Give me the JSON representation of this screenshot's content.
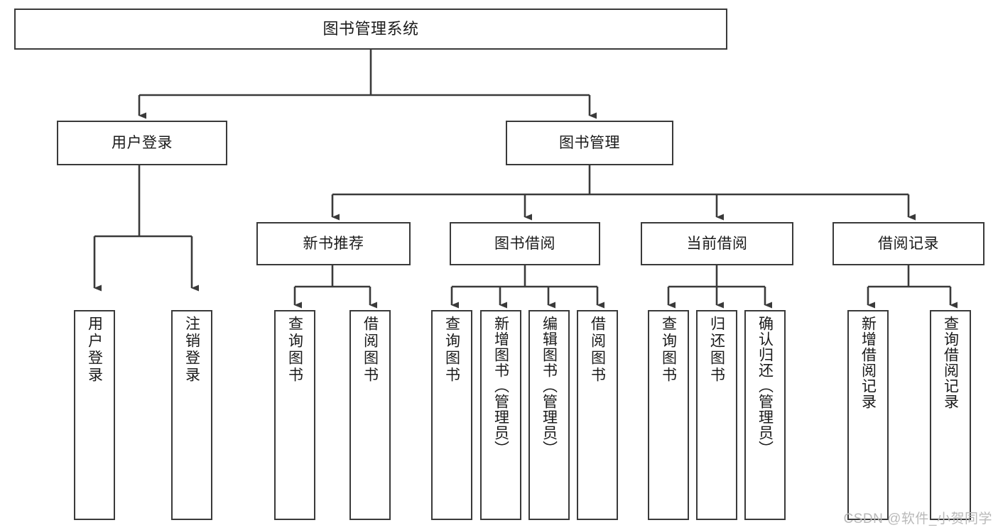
{
  "diagram": {
    "type": "tree",
    "title": "图书管理系统",
    "line_color": "#3a3a3a",
    "box_fill": "#ffffff",
    "text_color": "#1a1a1a"
  },
  "root": {
    "label": "图书管理系统"
  },
  "level2": [
    {
      "label": "用户登录"
    },
    {
      "label": "图书管理"
    }
  ],
  "level3": [
    {
      "label": "新书推荐"
    },
    {
      "label": "图书借阅"
    },
    {
      "label": "当前借阅"
    },
    {
      "label": "借阅记录"
    }
  ],
  "leaves": {
    "user_login": [
      {
        "label": "用户登录"
      },
      {
        "label": "注销登录"
      }
    ],
    "new_book": [
      {
        "label": "查询图书"
      },
      {
        "label": "借阅图书"
      }
    ],
    "book_borrow": [
      {
        "label": "查询图书"
      },
      {
        "label": "新增图书（管理员）"
      },
      {
        "label": "编辑图书（管理员）"
      },
      {
        "label": "借阅图书"
      }
    ],
    "current_borrow": [
      {
        "label": "查询图书"
      },
      {
        "label": "归还图书"
      },
      {
        "label": "确认归还（管理员）"
      }
    ],
    "borrow_record": [
      {
        "label": "新增借阅记录"
      },
      {
        "label": "查询借阅记录"
      }
    ]
  },
  "watermark": {
    "text": "CSDN @软件_小贺同学"
  }
}
